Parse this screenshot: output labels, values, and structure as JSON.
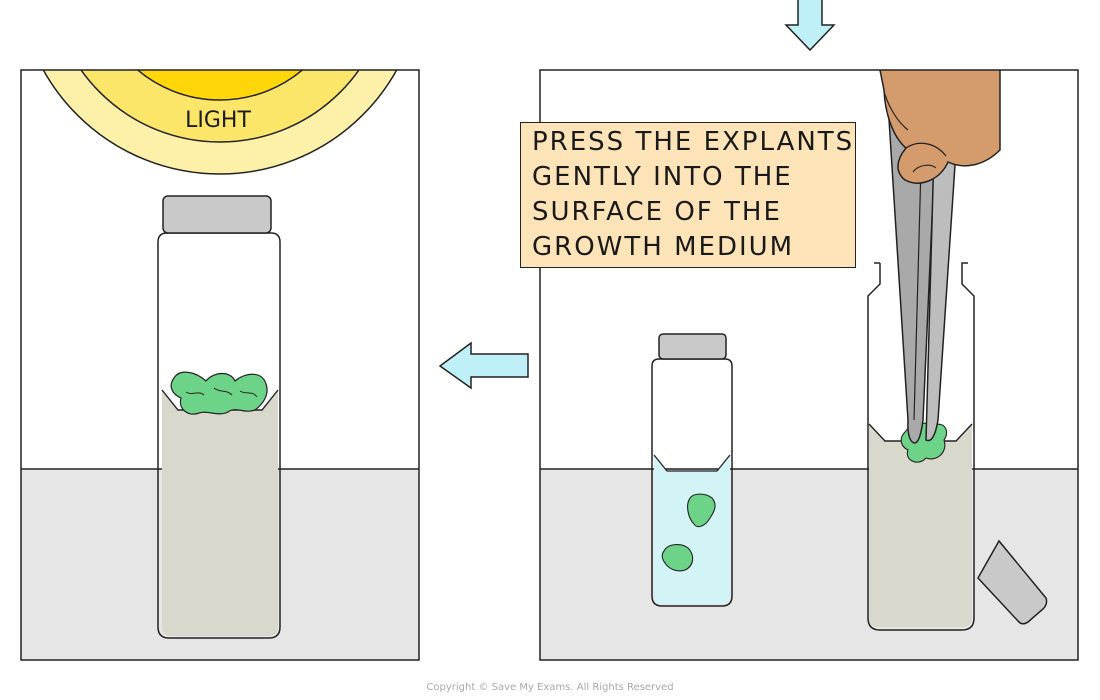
{
  "light_label": "LIGHT",
  "instruction": {
    "lines": [
      "PRESS THE EXPLANTS",
      "GENTLY INTO THE",
      "SURFACE OF THE",
      "GROWTH MEDIUM"
    ]
  },
  "copyright": "Copyright © Save My Exams. All Rights Reserved",
  "colors": {
    "light_outer": "#fdf1a9",
    "light_middle": "#fce66a",
    "light_inner": "#ffd60a",
    "bench": "#e6e6e6",
    "growth_medium": "#d8d8cc",
    "liquid": "#d2f4f7",
    "explant": "#6dd389",
    "cap": "#c9c9c9",
    "arrow": "#bff0f8",
    "skin": "#d49b6c",
    "forceps": "#a9a9a9",
    "label_box": "#fde3b8"
  },
  "icons": [
    "arrow-down-icon",
    "arrow-left-icon",
    "forceps-icon",
    "hand-icon",
    "light-source-icon"
  ]
}
